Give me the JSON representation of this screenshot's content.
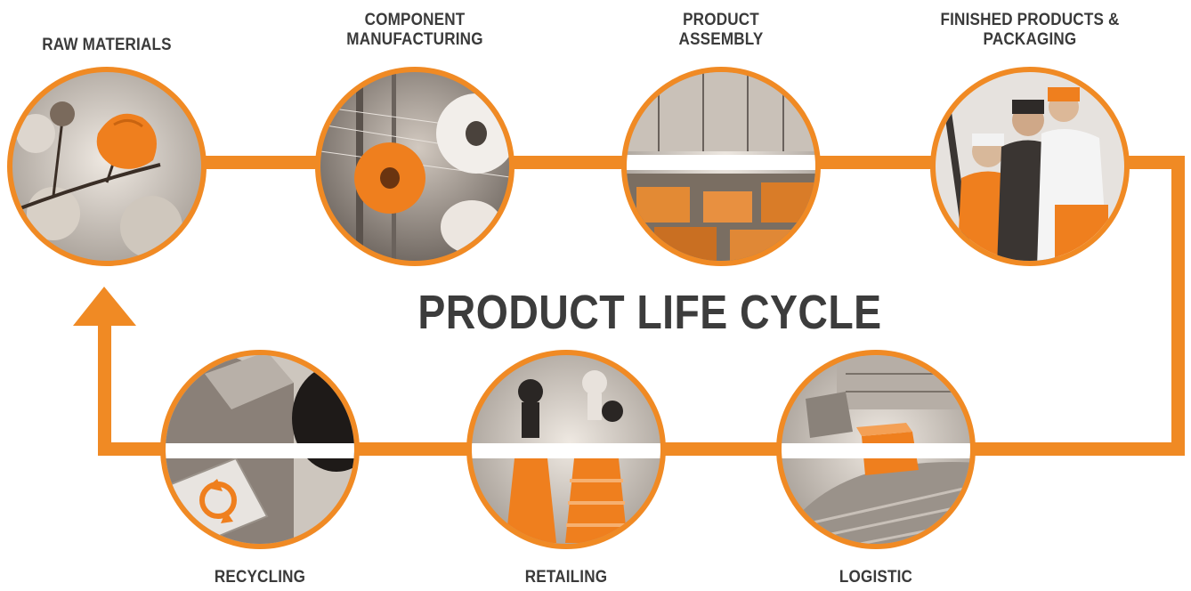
{
  "title": "PRODUCT LIFE CYCLE",
  "colors": {
    "accent": "#f08a24",
    "text": "#3a3a3a"
  },
  "stages": [
    {
      "id": "raw-materials",
      "lines": [
        "RAW MATERIALS"
      ],
      "image": "cotton-plant-photo"
    },
    {
      "id": "component-manufacturing",
      "lines": [
        "COMPONENT",
        "MANUFACTURING"
      ],
      "image": "thread-spools-photo"
    },
    {
      "id": "product-assembly",
      "lines": [
        "PRODUCT",
        "ASSEMBLY"
      ],
      "image": "factory-floor-photo"
    },
    {
      "id": "finished-products",
      "lines": [
        "FINISHED PRODUCTS &",
        "PACKAGING"
      ],
      "image": "skiers-photo"
    },
    {
      "id": "logistic",
      "lines": [
        "LOGISTIC"
      ],
      "image": "conveyor-boxes-photo"
    },
    {
      "id": "retailing",
      "lines": [
        "RETAILING"
      ],
      "image": "mannequins-photo"
    },
    {
      "id": "recycling",
      "lines": [
        "RECYCLING"
      ],
      "image": "recycle-bin-photo"
    }
  ]
}
